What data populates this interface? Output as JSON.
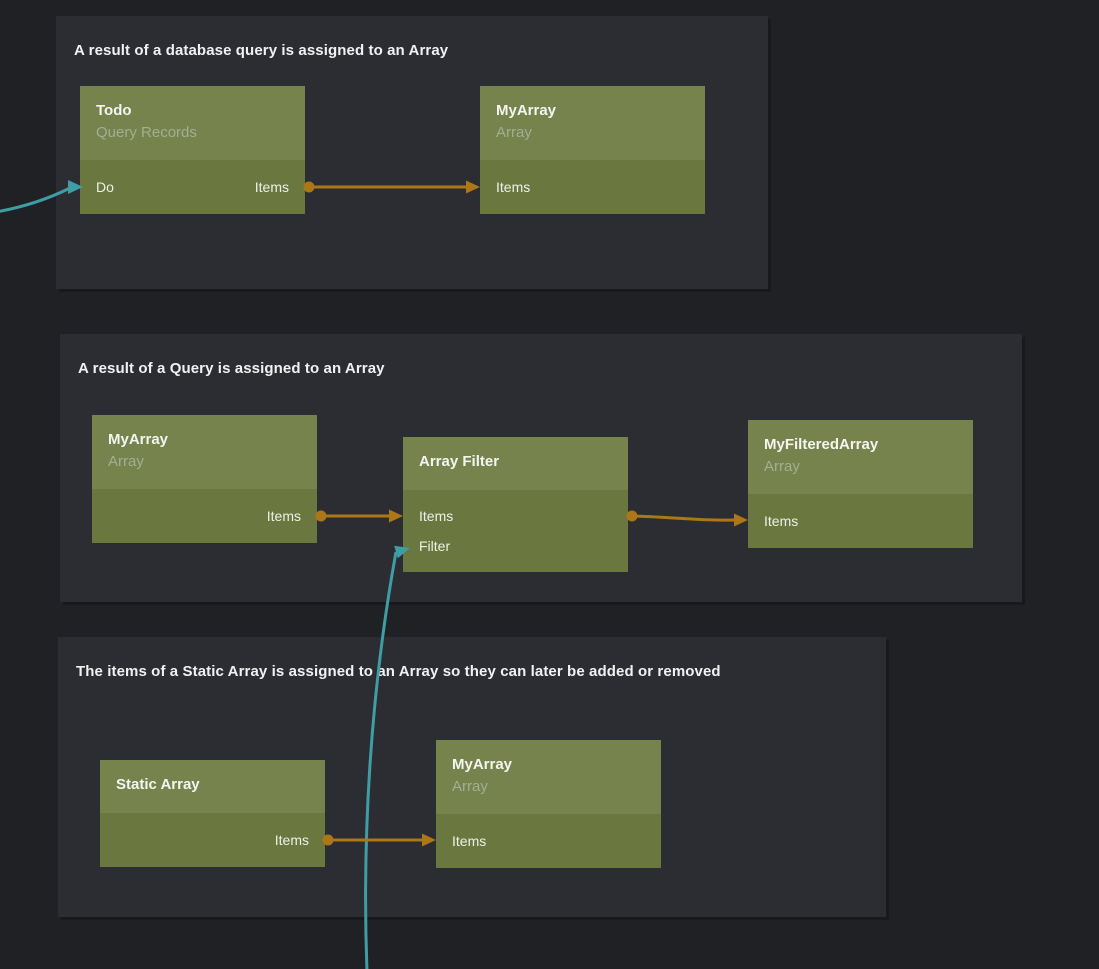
{
  "colors": {
    "background": "#202124",
    "panel_background": "#2b2d33",
    "node_header": "#76834c",
    "node_body": "#6a7840",
    "panel_title_text": "#f1f1f2",
    "node_title_text": "#f4f5f1",
    "node_subtitle_text": "#a3ae93",
    "port_text": "#eef0e8",
    "connection_data": "#ad7616",
    "connection_signal": "#3f9da4"
  },
  "panels": [
    {
      "title": "A result of a database query is assigned to an Array",
      "nodes": [
        {
          "title": "Todo",
          "subtitle": "Query Records",
          "inputs": [
            "Do"
          ],
          "outputs": [
            "Items"
          ]
        },
        {
          "title": "MyArray",
          "subtitle": "Array",
          "inputs": [
            "Items"
          ],
          "outputs": []
        }
      ]
    },
    {
      "title": "A result of a Query is assigned to an Array",
      "nodes": [
        {
          "title": "MyArray",
          "subtitle": "Array",
          "inputs": [],
          "outputs": [
            "Items"
          ]
        },
        {
          "title": "Array Filter",
          "subtitle": "",
          "inputs": [
            "Items",
            "Filter"
          ],
          "outputs": []
        },
        {
          "title": "MyFilteredArray",
          "subtitle": "Array",
          "inputs": [
            "Items"
          ],
          "outputs": []
        }
      ]
    },
    {
      "title": "The items of a Static Array is assigned to an Array so they can later be added or removed",
      "nodes": [
        {
          "title": "Static Array",
          "subtitle": "",
          "inputs": [],
          "outputs": [
            "Items"
          ]
        },
        {
          "title": "MyArray",
          "subtitle": "Array",
          "inputs": [
            "Items"
          ],
          "outputs": []
        }
      ]
    }
  ],
  "connections": [
    {
      "from": "off-canvas-left",
      "to": "Todo.Do",
      "kind": "signal"
    },
    {
      "from": "Todo.Items",
      "to": "MyArray.Items",
      "kind": "data"
    },
    {
      "from": "MyArray.Items",
      "to": "Array Filter.Items",
      "kind": "data"
    },
    {
      "from": "Array Filter",
      "to": "MyFilteredArray.Items",
      "kind": "data"
    },
    {
      "from": "off-canvas-bottom",
      "to": "Array Filter.Filter",
      "kind": "signal"
    }
  ]
}
